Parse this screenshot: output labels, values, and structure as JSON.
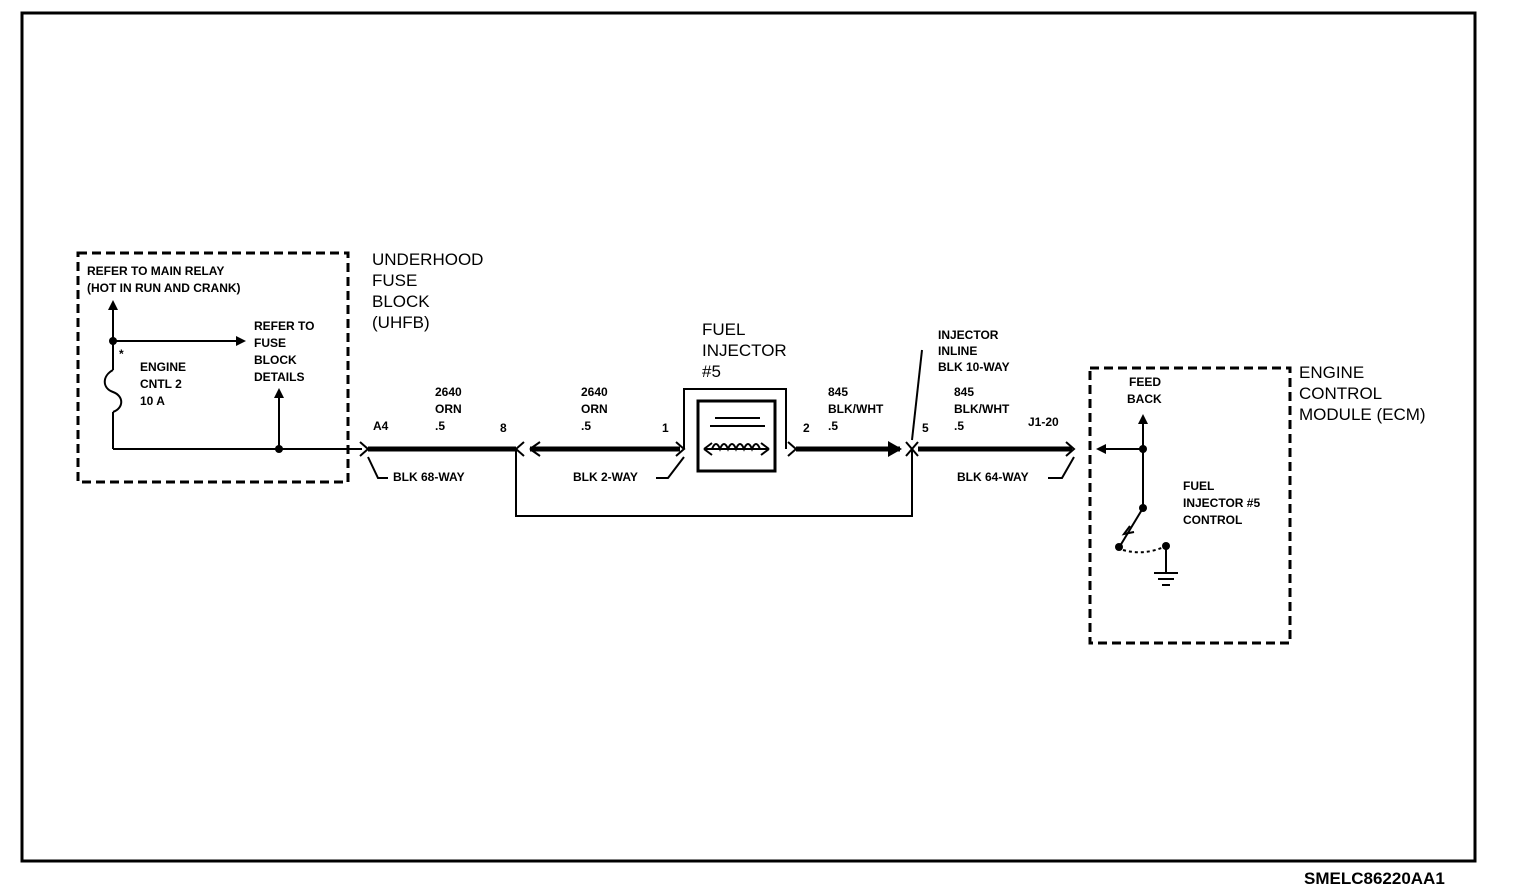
{
  "uhfb": {
    "label_lines": [
      "UNDERHOOD",
      "FUSE",
      "BLOCK",
      "(UHFB)"
    ],
    "relay_ref_lines": [
      "REFER TO MAIN RELAY",
      "(HOT IN RUN AND CRANK)"
    ],
    "fuse_details_lines": [
      "REFER TO",
      "FUSE",
      "BLOCK",
      "DETAILS"
    ],
    "fuse_lines": [
      "ENGINE",
      "CNTL 2",
      "10 A"
    ],
    "fuse_marker": "*"
  },
  "connectors": {
    "blk68": "BLK 68-WAY",
    "blk2": "BLK 2-WAY",
    "blk64": "BLK 64-WAY",
    "inline_lines": [
      "INJECTOR",
      "INLINE",
      "BLK 10-WAY"
    ]
  },
  "pins": {
    "a4": "A4",
    "b8": "8",
    "p1": "1",
    "p2": "2",
    "p5": "5",
    "j120": "J1-20"
  },
  "wires": [
    {
      "circuit": "2640",
      "color": "ORN",
      "gauge": ".5"
    },
    {
      "circuit": "2640",
      "color": "ORN",
      "gauge": ".5"
    },
    {
      "circuit": "845",
      "color": "BLK/WHT",
      "gauge": ".5"
    },
    {
      "circuit": "845",
      "color": "BLK/WHT",
      "gauge": ".5"
    }
  ],
  "injector": {
    "label_lines": [
      "FUEL",
      "INJECTOR",
      "#5"
    ]
  },
  "ecm": {
    "label_lines": [
      "ENGINE",
      "CONTROL",
      "MODULE (ECM)"
    ],
    "feedback_lines": [
      "FEED",
      "BACK"
    ],
    "control_lines": [
      "FUEL",
      "INJECTOR #5",
      "CONTROL"
    ]
  },
  "diagram_id": "SMELC86220AA1"
}
